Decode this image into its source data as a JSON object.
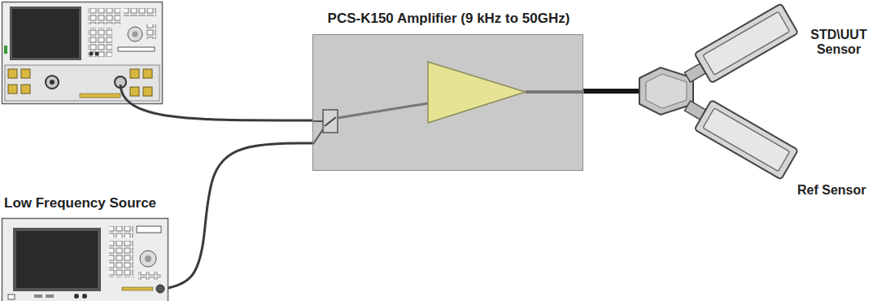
{
  "diagram": {
    "nodes": [
      {
        "text": [
          "Low Frequency Source"
        ]
      },
      {
        "text": [
          "PCS-K150 Amplifier (9 kHz to 50GHz)"
        ]
      },
      {
        "text": [
          "STD\\UUT Sensor"
        ]
      },
      {
        "text": [
          "Ref Sensor"
        ]
      }
    ],
    "edges": [
      {
        "from": 0,
        "to": 1,
        "arrow": "none"
      },
      {
        "from": 1,
        "to": 2,
        "arrow": "none"
      },
      {
        "from": 1,
        "to": 3,
        "arrow": "none"
      }
    ]
  }
}
